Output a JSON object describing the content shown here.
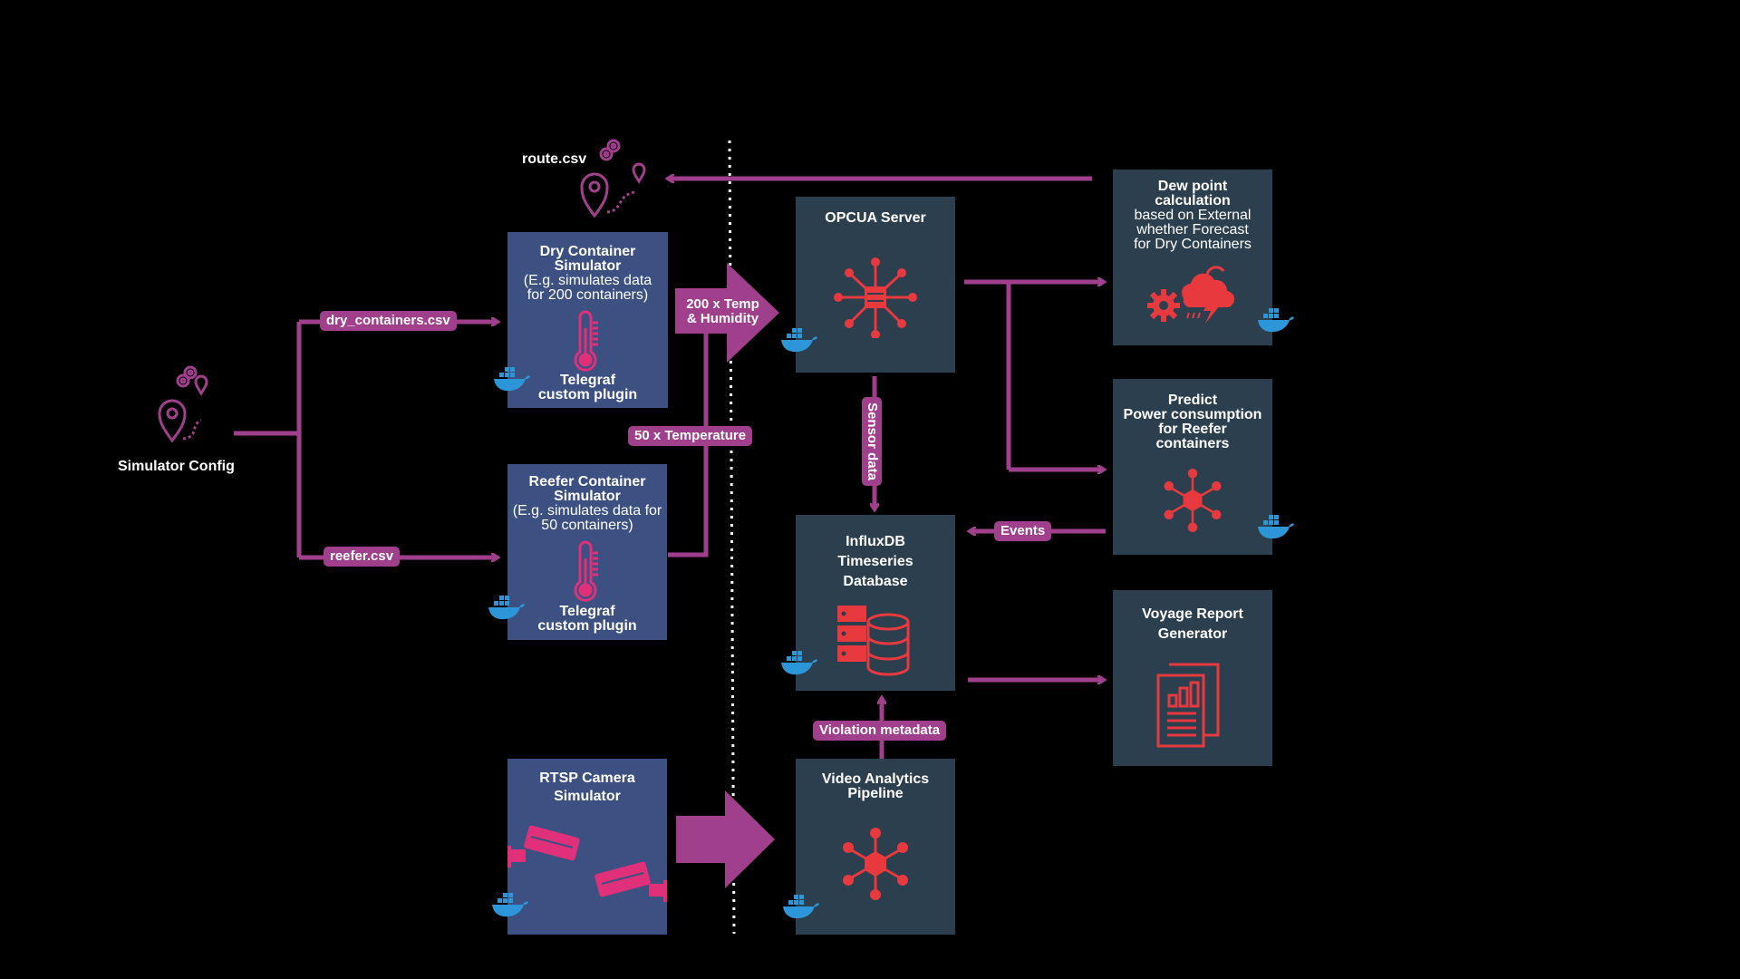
{
  "diagram": {
    "colors": {
      "accent": "#a0408c",
      "icon_red": "#e8393f",
      "box_blue": "#3c5181",
      "box_slate": "#2c3f4e",
      "docker": "#2d96d8"
    },
    "labels": {
      "route_csv": "route.csv",
      "simulator_config": "Simulator Config"
    },
    "pills": {
      "dry_csv": "dry_containers.csv",
      "reefer_csv": "reefer.csv",
      "temperature_50": "50 x Temperature",
      "sensor_data": "Sensor data",
      "events": "Events",
      "violation_metadata": "Violation metadata"
    },
    "big_arrow_label": [
      "200 x Temp",
      "& Humidity"
    ],
    "boxes": {
      "dry": {
        "title": [
          "Dry Container",
          "Simulator"
        ],
        "sub": [
          "(E.g. simulates data",
          "for 200 containers)"
        ],
        "footer": [
          "Telegraf",
          "custom plugin"
        ]
      },
      "reefer": {
        "title": [
          "Reefer Container",
          "Simulator"
        ],
        "sub": [
          "(E.g. simulates data for",
          "50 containers)"
        ],
        "footer": [
          "Telegraf",
          "custom plugin"
        ]
      },
      "rtsp": {
        "title": [
          "RTSP Camera",
          "Simulator"
        ]
      },
      "opcua": {
        "title": [
          "OPCUA Server"
        ]
      },
      "influx": {
        "title": [
          "InfluxDB",
          "Timeseries",
          "Database"
        ]
      },
      "video": {
        "title": [
          "Video Analytics",
          "Pipeline"
        ]
      },
      "dew": {
        "title": [
          "Dew point",
          "calculation"
        ],
        "sub": [
          "based on External",
          "whether Forecast",
          "for Dry Containers"
        ]
      },
      "power": {
        "title": [
          "Predict",
          "Power consumption",
          "for Reefer",
          "containers"
        ]
      },
      "voyage": {
        "title": [
          "Voyage Report",
          "Generator"
        ]
      }
    },
    "icons": [
      "route-icon",
      "gear-icon",
      "thermometer-icon",
      "docker-icon",
      "network-hub-icon",
      "database-icon",
      "weather-icon",
      "report-icon",
      "camera-icon"
    ]
  }
}
